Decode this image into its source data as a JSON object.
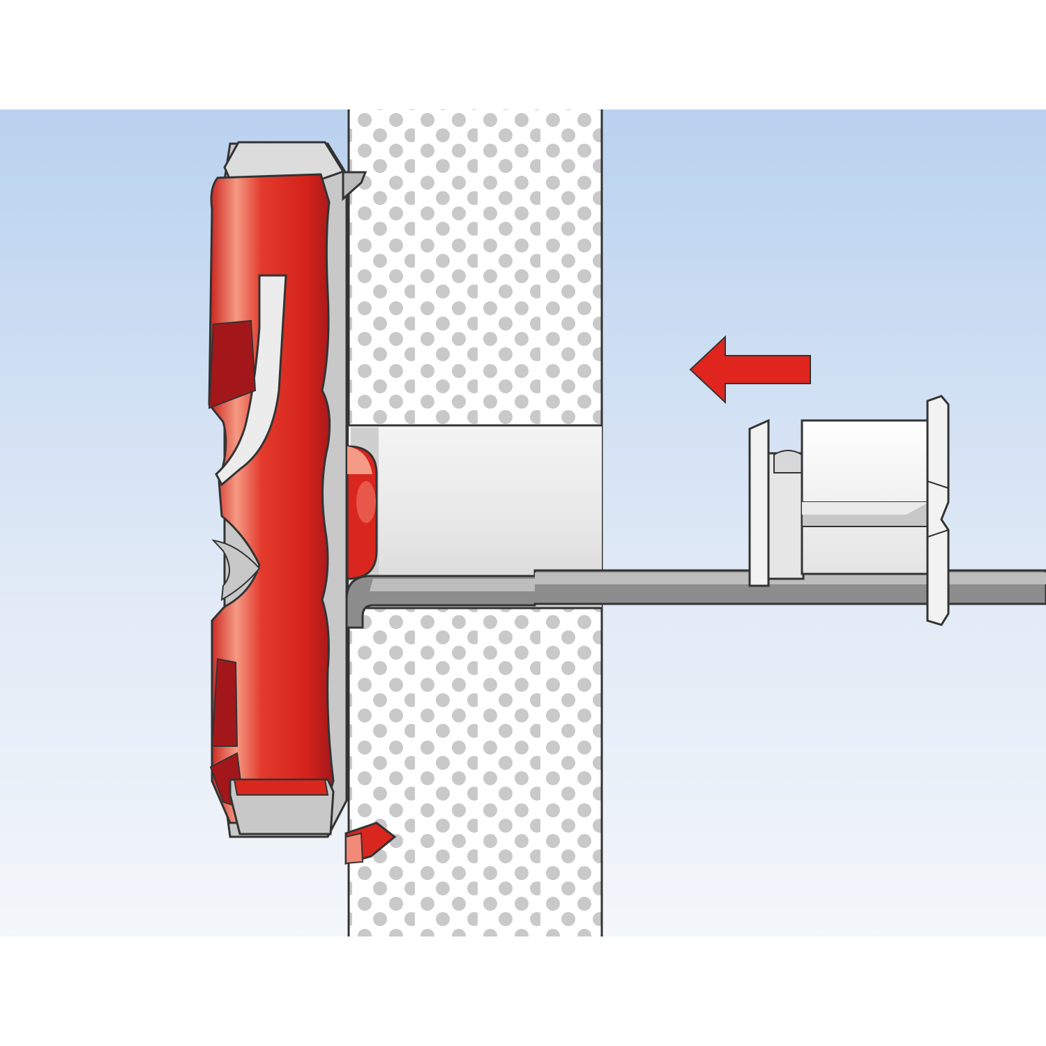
{
  "diagram": {
    "kind": "installation-step-illustration",
    "elements": [
      "background-panel",
      "wall-board",
      "drill-hole",
      "wall-plug-expanded",
      "plug-tail-strip",
      "spacer-sleeve",
      "direction-arrow"
    ],
    "arrow_direction": "left"
  },
  "colors": {
    "sky_top": "#b9d2ef",
    "sky_bottom": "#f3f6fa",
    "board": "#ffffff",
    "board_dots": "#c9c9c9",
    "plug_red": "#d9261f",
    "plug_dark": "#9c1414",
    "plug_highlight": "#f59a84",
    "plug_grey": "#c8c8c8",
    "sleeve": "#f2f2f2",
    "strip": "#8d8d8d",
    "outline": "#333333",
    "arrow_red": "#e0251f"
  }
}
